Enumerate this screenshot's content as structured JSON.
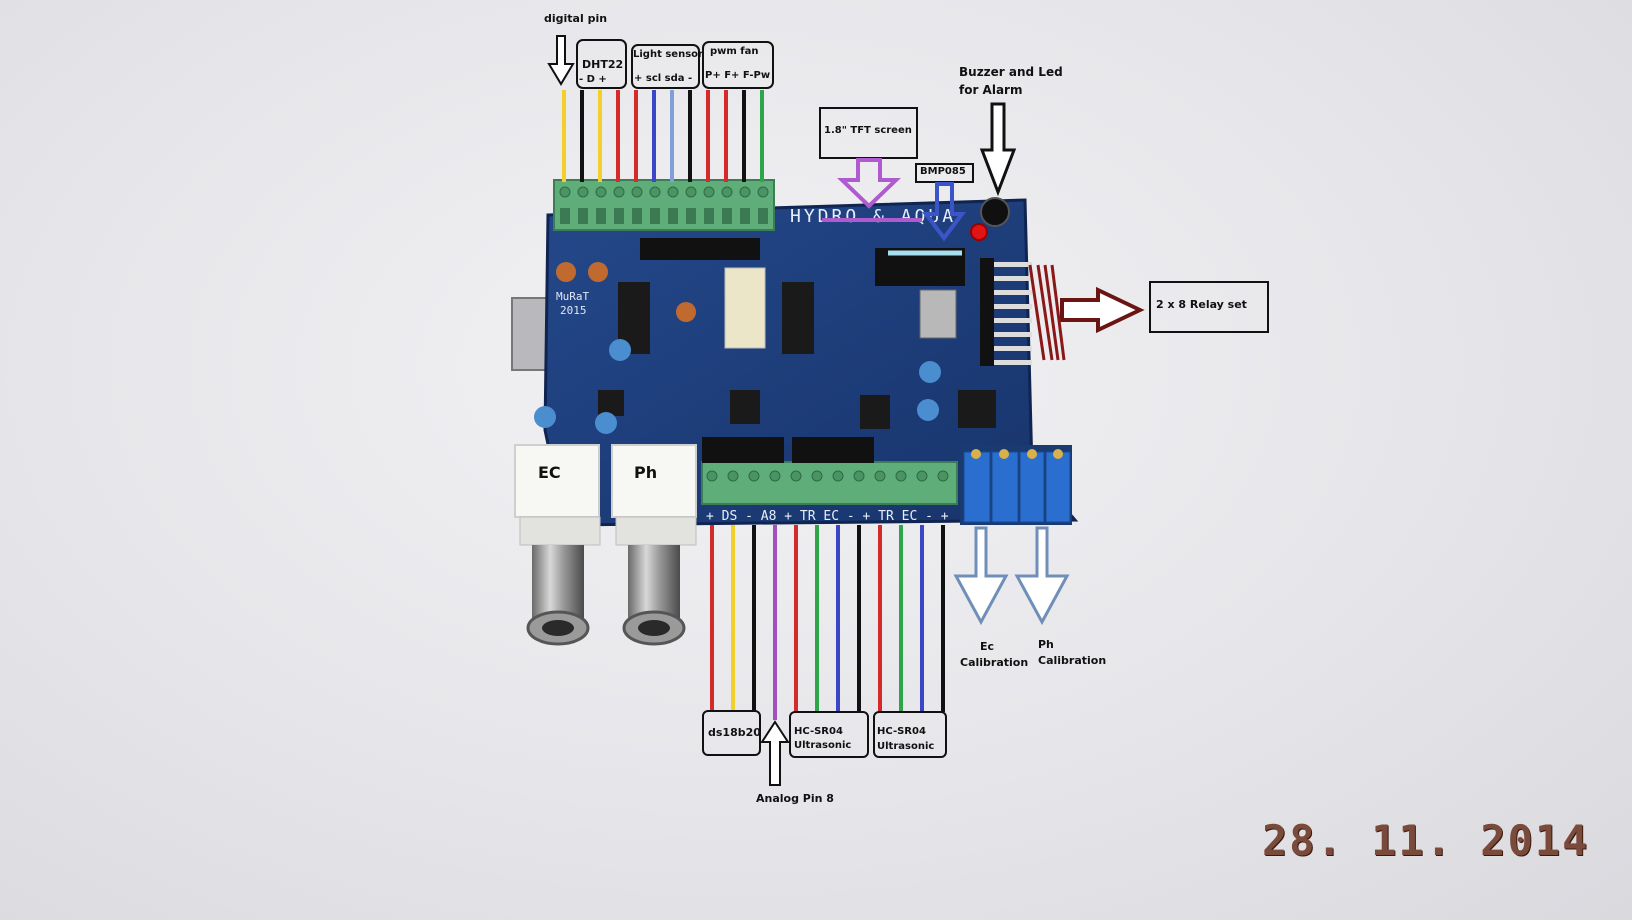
{
  "labels": {
    "digital_pin": "digital pin",
    "dht22_title": "DHT22",
    "dht22_pins": "-    D    +",
    "light_title": "Light sensor",
    "light_pins": "+ scl sda -",
    "fan_title": "pwm fan",
    "fan_pins": "P+ F+ F-Pw",
    "tft": "1.8\" TFT screen",
    "bmp": "BMP085",
    "buzzer_line1": "Buzzer and Led",
    "buzzer_line2": "for Alarm",
    "relay": "2 x 8 Relay set",
    "ec_calib_1": "Ec",
    "ec_calib_2": "Calibration",
    "ph_calib_1": "Ph",
    "ph_calib_2": "Calibration",
    "ds18b20": "ds18b20",
    "hcsr04_a_1": "HC-SR04",
    "hcsr04_a_2": "Ultrasonic",
    "hcsr04_b_1": "HC-SR04",
    "hcsr04_b_2": "Ultrasonic",
    "analog_pin": "Analog Pin  8",
    "ec_connector": "EC",
    "ph_connector": "Ph",
    "board_title": "HYDRO & AQUA",
    "board_author": "MuRaT",
    "board_year": "2015",
    "bottom_silk": "+ DS  - A8 + TR EC -  + TR EC - +"
  },
  "date_stamp": "28. 11. 2014",
  "colors": {
    "pcb": "#1d3f78",
    "terminal": "#5fae7a",
    "wire_red": "#d42a2a",
    "wire_yellow": "#f2cf2a",
    "wire_black": "#111111",
    "wire_blue": "#3b45c8",
    "wire_lightblue": "#7fa0d8",
    "wire_green": "#2fa54a",
    "wire_purple": "#a34fc0",
    "arrow_purple": "#b05ad0",
    "arrow_blue": "#3b55c8",
    "arrow_maroon": "#6a1414",
    "arrow_steel": "#6f8fb8",
    "date": "#7a4a3a"
  },
  "icons": [
    "down-arrow-icon",
    "up-arrow-icon",
    "right-arrow-icon",
    "bnc-connector-icon",
    "trimmer-pot-icon"
  ]
}
